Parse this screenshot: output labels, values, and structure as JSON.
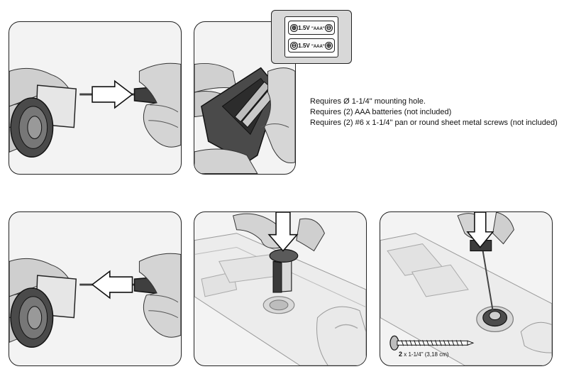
{
  "battery_inset": {
    "battery_1": {
      "left_symbol": "⊕",
      "voltage": "1.5V",
      "type": "\"AAA\"",
      "right_symbol": "⊖"
    },
    "battery_2": {
      "left_symbol": "⊖",
      "voltage": "1.5V",
      "type": "\"AAA\"",
      "right_symbol": "⊕"
    }
  },
  "requirements": [
    "Requires Ø 1-1/4\" mounting hole.",
    "Requires (2) AAA batteries (not included)",
    "Requires (2) #6 x 1-1/4\" pan or round sheet metal screws (not included)"
  ],
  "screw": {
    "quantity": "2",
    "size": "x 1-1/4\" (3,18 cm)"
  },
  "colors": {
    "panel_border": "#222222",
    "panel_fill": "#f3f3f3",
    "skin": "#d2d2d2",
    "device_dark": "#444444",
    "arrow_fill": "#ffffff"
  }
}
